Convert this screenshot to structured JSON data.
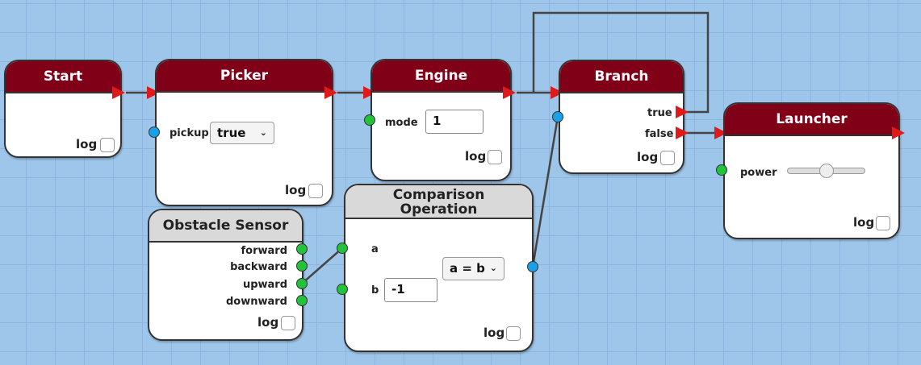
{
  "nodes": {
    "start": {
      "title": "Start",
      "log": "log"
    },
    "picker": {
      "title": "Picker",
      "pickup_label": "pickup",
      "pickup_value": "true",
      "log": "log"
    },
    "engine": {
      "title": "Engine",
      "mode_label": "mode",
      "mode_value": "1",
      "log": "log"
    },
    "branch": {
      "title": "Branch",
      "true_label": "true",
      "false_label": "false",
      "log": "log"
    },
    "launcher": {
      "title": "Launcher",
      "power_label": "power",
      "power_level": 0.5,
      "log": "log"
    },
    "obstacle": {
      "title": "Obstacle Sensor",
      "outputs": [
        "forward",
        "backward",
        "upward",
        "downward"
      ],
      "log": "log"
    },
    "comparison": {
      "title": "Comparison Operation",
      "a_label": "a",
      "b_label": "b",
      "b_value": "-1",
      "operator": "a = b",
      "log": "log"
    }
  },
  "colors": {
    "header": "#800018",
    "header_gray": "#d9d9d9",
    "exec_arrow": "#e01a1a",
    "data_port": "#22c33a",
    "input_port": "#1aa0e8",
    "wire": "#444444",
    "canvas": "#9ec6ea"
  },
  "icons": {
    "dropdown": "chevron-down-icon",
    "checkbox": "checkbox-icon"
  }
}
